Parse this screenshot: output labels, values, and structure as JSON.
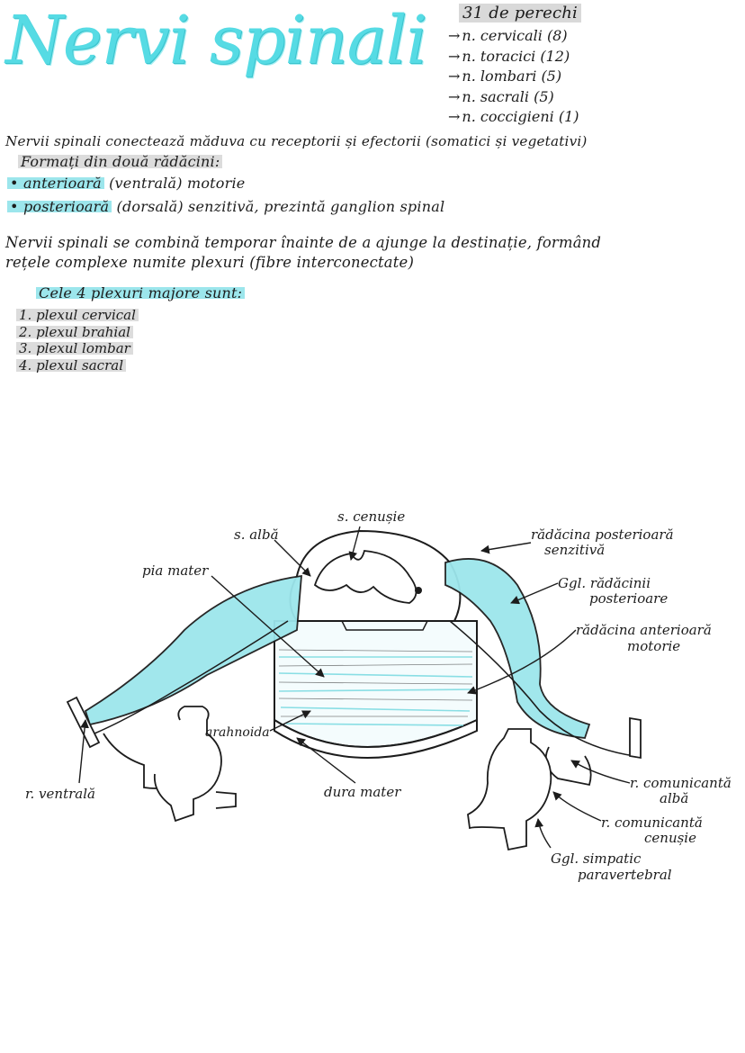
{
  "title": "Nervi spinali",
  "counts": {
    "heading": "31 de perechi",
    "items": [
      "n. cervicali (8)",
      "n. toracici (12)",
      "n. lombari (5)",
      "n. sacrali (5)",
      "n. coccigieni (1)"
    ]
  },
  "intro": {
    "line1": "Nervii spinali conectează măduva cu receptorii și efectorii (somatici și vegetativi)",
    "roots_heading": "Formați din două rădăcini:",
    "roots": [
      {
        "name": "anterioară",
        "desc": "(ventrală) motorie"
      },
      {
        "name": "posterioară",
        "desc": "(dorsală) senzitivă, prezintă ganglion spinal"
      }
    ]
  },
  "plexus": {
    "line1": "Nervii spinali se combină temporar înainte de a ajunge la destinație, formând",
    "line2": "rețele complexe numite plexuri (fibre interconectate)",
    "heading": "Cele 4 plexuri majore sunt:",
    "items": [
      "1. plexul cervical",
      "2. plexul brahial",
      "3. plexul lombar",
      "4. plexul sacral"
    ]
  },
  "diagram": {
    "labels": {
      "s_cenusie": "s. cenușie",
      "s_alba": "s. albă",
      "pia_mater": "pia mater",
      "radacina_post_1": "rădăcina posterioară",
      "radacina_post_2": "senzitivă",
      "ggl_rad_1": "Ggl. rădăcinii",
      "ggl_rad_2": "posterioare",
      "radacina_ant_1": "rădăcina anterioară",
      "radacina_ant_2": "motorie",
      "arahnoida": "arahnoida",
      "dura_mater": "dura mater",
      "r_ventrala": "r. ventrală",
      "r_com_alba_1": "r. comunicantă",
      "r_com_alba_2": "albă",
      "r_com_cen_1": "r. comunicantă",
      "r_com_cen_2": "cenușie",
      "ggl_simp_1": "Ggl. simpatic",
      "ggl_simp_2": "paravertebral"
    }
  },
  "colors": {
    "accent": "#56dbe4",
    "highlight": "#9ce6ec",
    "ink": "#1c1c1c"
  }
}
